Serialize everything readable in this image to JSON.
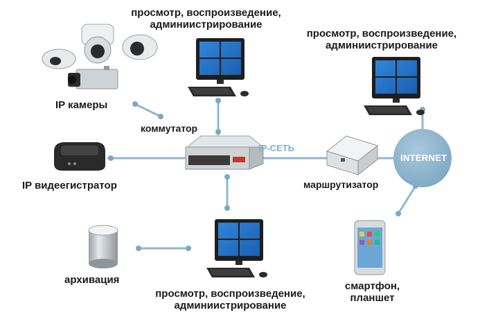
{
  "labels": {
    "ip_cameras": "IP камеры",
    "switch": "коммутатор",
    "ip_network": "IP-СЕТЬ",
    "nvr": "IP видеегистратор",
    "router": "маршрутизатор",
    "internet": "INTERNET",
    "archive": "архивация",
    "smartphone_line1": "смартфон,",
    "smartphone_line2": "планшет",
    "ws_top_line1": "просмотр, воспроизведение,",
    "ws_top_line2": "админиистрирование",
    "ws_right_line1": "просмотр, воспроизведение,",
    "ws_right_line2": "админиистрирование",
    "ws_bottom_line1": "просмотр, воспроизведение,",
    "ws_bottom_line2": "админиистрирование"
  },
  "colors": {
    "link": "#8fb8d0",
    "node_dot": "#7aa9c4",
    "internet_fill": "#8fb4cc",
    "screen": "#2a7fd0"
  }
}
